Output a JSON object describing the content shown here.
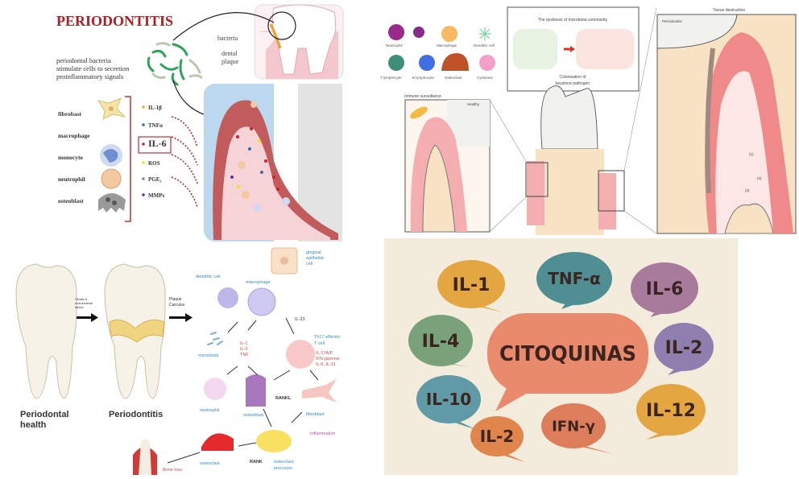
{
  "panel_top_left": {
    "title": "PERIODONTITIS",
    "description_lines": [
      "periodontal bacteria",
      "stimulate cells to secretion",
      "proinflammatory signals"
    ],
    "tooth_labels": {
      "bacteria": "bacteria",
      "dental_plaque_1": "dental",
      "dental_plaque_2": "plaque"
    },
    "cells": [
      "fibrobast",
      "macrophage",
      "monocyte",
      "neutrophil",
      "osteoblast"
    ],
    "mediators": [
      {
        "label": "IL-1β",
        "color": "#f0b020"
      },
      {
        "label": "TNFα",
        "color": "#2f6fb5"
      },
      {
        "label": "IL-6",
        "color": "#d0202a",
        "highlighted": true
      },
      {
        "label": "ROS",
        "color": "#f2e21c"
      },
      {
        "label": "PGE₂",
        "color": "#888888"
      },
      {
        "label": "MMPs",
        "color": "#6a2a9a"
      }
    ],
    "title_color": "#b01e23"
  },
  "panel_top_right": {
    "legend_cells": [
      {
        "label": "Neutrophil"
      },
      {
        "label": "Macrophage"
      },
      {
        "label": "Dendritic cell"
      },
      {
        "label": "T lymphocyte"
      },
      {
        "label": "B lymphocyte"
      },
      {
        "label": "Osteoclast"
      },
      {
        "label": "Cytokines"
      }
    ],
    "dysbiosis_title": "The dysbiosis of microbiota community",
    "dysbiosis_caption_1": "Colonization of",
    "dysbiosis_caption_2": "keystone pathogen",
    "immune_label": "Immune surveillance",
    "healthy_label": "Healthy",
    "tissue_label": "Tissue destruction",
    "periodontitis_label": "Periodontitis",
    "steps": [
      "(1)",
      "(2)",
      "(3)"
    ]
  },
  "panel_bottom_left": {
    "health_label_1": "Periodontal",
    "health_label_2": "health",
    "periodontitis_label": "Periodontitis",
    "factors_lines": [
      "Genetic &",
      "environmental",
      "factors"
    ],
    "plaque_lines": [
      "Plaque",
      "Calculus"
    ],
    "cells": {
      "gingival_1": "gingival",
      "gingival_2": "epithelial",
      "gingival_3": "cell",
      "dendritic": "dendritic cell",
      "macrophage": "macrophage",
      "microbiota": "microbiota",
      "th17_1": "Th17 effector",
      "th17_2": "T cell",
      "neutrophil": "neutrophil",
      "osteoblast": "osteoblast",
      "fibroblast": "fibroblast",
      "osteoclast": "osteoclast",
      "precursor_1": "osteoclast",
      "precursor_2": "precursor"
    },
    "cytokines_mac": [
      "IL-1",
      "IL-6",
      "TNF"
    ],
    "il23": "IL-23",
    "th17_cytokines": [
      "IL-17A/F",
      "IFN-gamma",
      "IL-6, IL-21"
    ],
    "rankl": "RANKL",
    "rank": "RANK",
    "inflammation": "Inflammation",
    "bone_loss": "Bone loss"
  },
  "panel_bottom_right": {
    "background": "#f3ebdc",
    "center": {
      "label": "CITOQUINAS",
      "color": "#e98a6c"
    },
    "bubbles": [
      {
        "label": "IL-1",
        "color": "#e3a640"
      },
      {
        "label": "TNF-α",
        "color": "#4f8f94"
      },
      {
        "label": "IL-6",
        "color": "#a87a9c"
      },
      {
        "label": "IL-4",
        "color": "#79a27a"
      },
      {
        "label": "IL-2",
        "color": "#8e7fae"
      },
      {
        "label": "IL-10",
        "color": "#5f9aa6"
      },
      {
        "label": "IL-2",
        "color": "#e0864c"
      },
      {
        "label": "IFN-γ",
        "color": "#dd7d5b"
      },
      {
        "label": "IL-12",
        "color": "#e3a640"
      }
    ],
    "text_color": "#3a2520"
  }
}
